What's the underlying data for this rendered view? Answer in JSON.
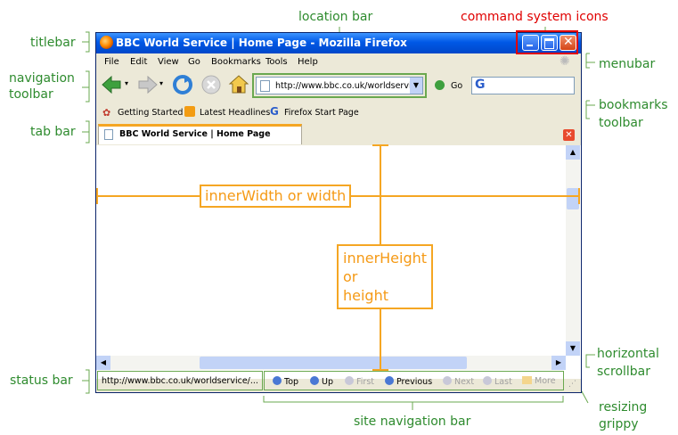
{
  "labels": {
    "location_bar": "location bar",
    "command_system_icons": "command system icons",
    "titlebar": "titlebar",
    "menubar": "menubar",
    "navigation_toolbar": [
      "navigation",
      "toolbar"
    ],
    "bookmarks_toolbar": [
      "bookmarks",
      "toolbar"
    ],
    "tab_bar": "tab bar",
    "horizontal_scrollbar": [
      "horizontal",
      "scrollbar"
    ],
    "status_bar": "status bar",
    "resizing_grippy": [
      "resizing",
      "grippy"
    ],
    "site_navigation_bar": "site navigation bar",
    "inner_width": "innerWidth or width",
    "inner_height": [
      "innerHeight",
      "or",
      "height"
    ]
  },
  "window": {
    "title": "BBC World Service | Home Page - Mozilla Firefox",
    "menu": [
      "File",
      "Edit",
      "View",
      "Go",
      "Bookmarks",
      "Tools",
      "Help"
    ],
    "url": "http://www.bbc.co.uk/worldservic",
    "go_label": "Go",
    "bookmarks": [
      "Getting Started",
      "Latest Headlines",
      "Firefox Start Page"
    ],
    "tab_title": "BBC World Service | Home Page",
    "status_url": "http://www.bbc.co.uk/worldservice/...",
    "site_nav": [
      "Top",
      "Up",
      "First",
      "Previous",
      "Next",
      "Last",
      "More"
    ]
  },
  "colors": {
    "callout_green": "#2e8b2e",
    "callout_red": "#e00000",
    "dimension_orange": "#f5a623",
    "title_blue": "#0058e6"
  }
}
